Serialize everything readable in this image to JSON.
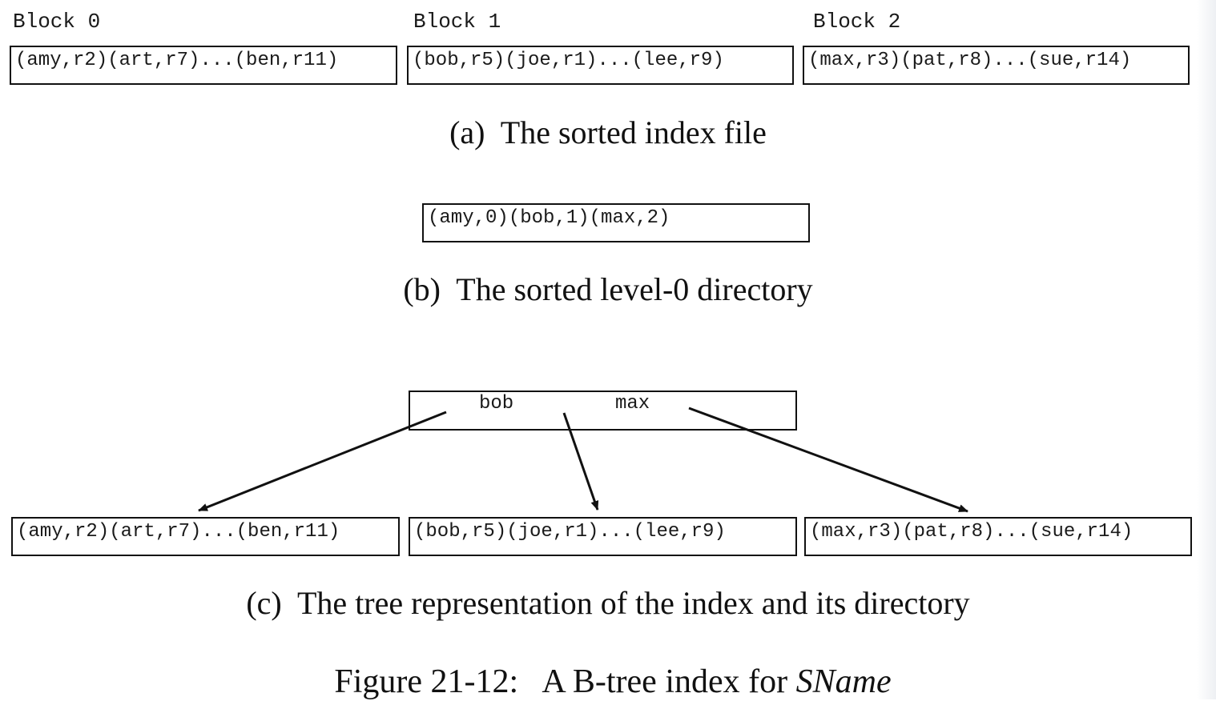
{
  "blocks": {
    "labels": [
      "Block 0",
      "Block 1",
      "Block 2"
    ]
  },
  "index_file": {
    "entries": [
      "(amy,r2)(art,r7)...(ben,r11)",
      "(bob,r5)(joe,r1)...(lee,r9)",
      "(max,r3)(pat,r8)...(sue,r14)"
    ],
    "caption": "(a)  The sorted index file"
  },
  "directory": {
    "entries": "(amy,0)(bob,1)(max,2)",
    "caption": "(b)  The sorted level-0 directory"
  },
  "tree": {
    "root_keys": [
      "bob",
      "max"
    ],
    "leaves": [
      "(amy,r2)(art,r7)...(ben,r11)",
      "(bob,r5)(joe,r1)...(lee,r9)",
      "(max,r3)(pat,r8)...(sue,r14)"
    ],
    "caption": "(c)  The tree representation of the index and its directory"
  },
  "figure": {
    "caption_main": "Figure 21-12:   A B-tree index for ",
    "caption_emph": "SName"
  }
}
